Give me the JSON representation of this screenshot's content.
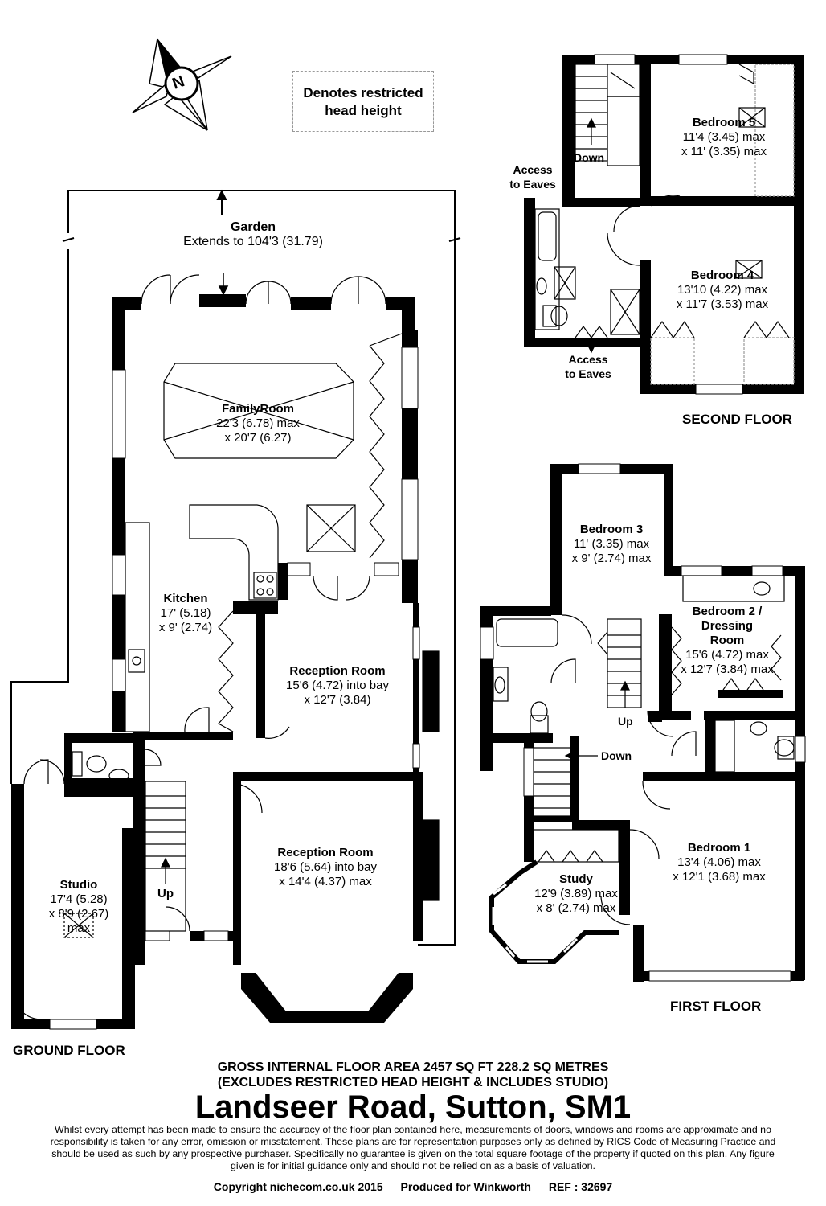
{
  "legend": {
    "line1": "Denotes restricted",
    "line2": "head height"
  },
  "compass": {
    "letter": "N"
  },
  "garden": {
    "name": "Garden",
    "dim": "Extends to 104'3 (31.79)"
  },
  "ground_floor": {
    "label": "GROUND FLOOR",
    "family_room": {
      "name": "FamilyRoom",
      "dim1": "22'3 (6.78) max",
      "dim2": "x 20'7 (6.27)"
    },
    "kitchen": {
      "name": "Kitchen",
      "dim1": "17' (5.18)",
      "dim2": "x 9' (2.74)"
    },
    "reception1": {
      "name": "Reception Room",
      "dim1": "15'6 (4.72) into bay",
      "dim2": "x 12'7 (3.84)"
    },
    "reception2": {
      "name": "Reception Room",
      "dim1": "18'6 (5.64) into bay",
      "dim2": "x 14'4 (4.37) max"
    },
    "studio": {
      "name": "Studio",
      "dim1": "17'4 (5.28)",
      "dim2": "x 8'9 (2.67)",
      "dim3": "max"
    },
    "up": "Up"
  },
  "first_floor": {
    "label": "FIRST FLOOR",
    "bedroom3": {
      "name": "Bedroom 3",
      "dim1": "11' (3.35) max",
      "dim2": "x 9' (2.74) max"
    },
    "bedroom2": {
      "name1": "Bedroom 2 /",
      "name2": "Dressing",
      "name3": "Room",
      "dim1": "15'6 (4.72) max",
      "dim2": "x 12'7 (3.84) max"
    },
    "bedroom1": {
      "name": "Bedroom 1",
      "dim1": "13'4 (4.06) max",
      "dim2": "x 12'1 (3.68) max"
    },
    "study": {
      "name": "Study",
      "dim1": "12'9 (3.89) max",
      "dim2": "x 8' (2.74) max"
    },
    "up": "Up",
    "down": "Down"
  },
  "second_floor": {
    "label": "SECOND FLOOR",
    "bedroom5": {
      "name": "Bedroom 5",
      "dim1": "11'4 (3.45) max",
      "dim2": "x 11' (3.35) max"
    },
    "bedroom4": {
      "name": "Bedroom 4",
      "dim1": "13'10 (4.22) max",
      "dim2": "x 11'7 (3.53) max"
    },
    "access1": {
      "line1": "Access",
      "line2": "to Eaves"
    },
    "access2": {
      "line1": "Access",
      "line2": "to Eaves"
    },
    "down": "Down"
  },
  "summary": {
    "line1": "GROSS INTERNAL FLOOR AREA 2457 SQ FT 228.2 SQ METRES",
    "line2": "(EXCLUDES RESTRICTED HEAD HEIGHT & INCLUDES STUDIO)"
  },
  "address": "Landseer Road, Sutton, SM1",
  "disclaimer": "Whilst every attempt has been made to ensure the accuracy of the floor plan contained here, measurements of doors, windows and rooms are approximate and no responsibility is taken for any error, omission or misstatement. These plans are for representation purposes only as defined by RICS Code of Measuring Practice and should be used as such by any prospective purchaser.  Specifically no guarantee is given on the total square footage of the property if quoted on this plan. Any figure given is for initial guidance only and should not be relied on as a basis of valuation.",
  "footer": {
    "copyright": "Copyright nichecom.co.uk 2015",
    "produced": "Produced for Winkworth",
    "ref": "REF : 32697"
  }
}
